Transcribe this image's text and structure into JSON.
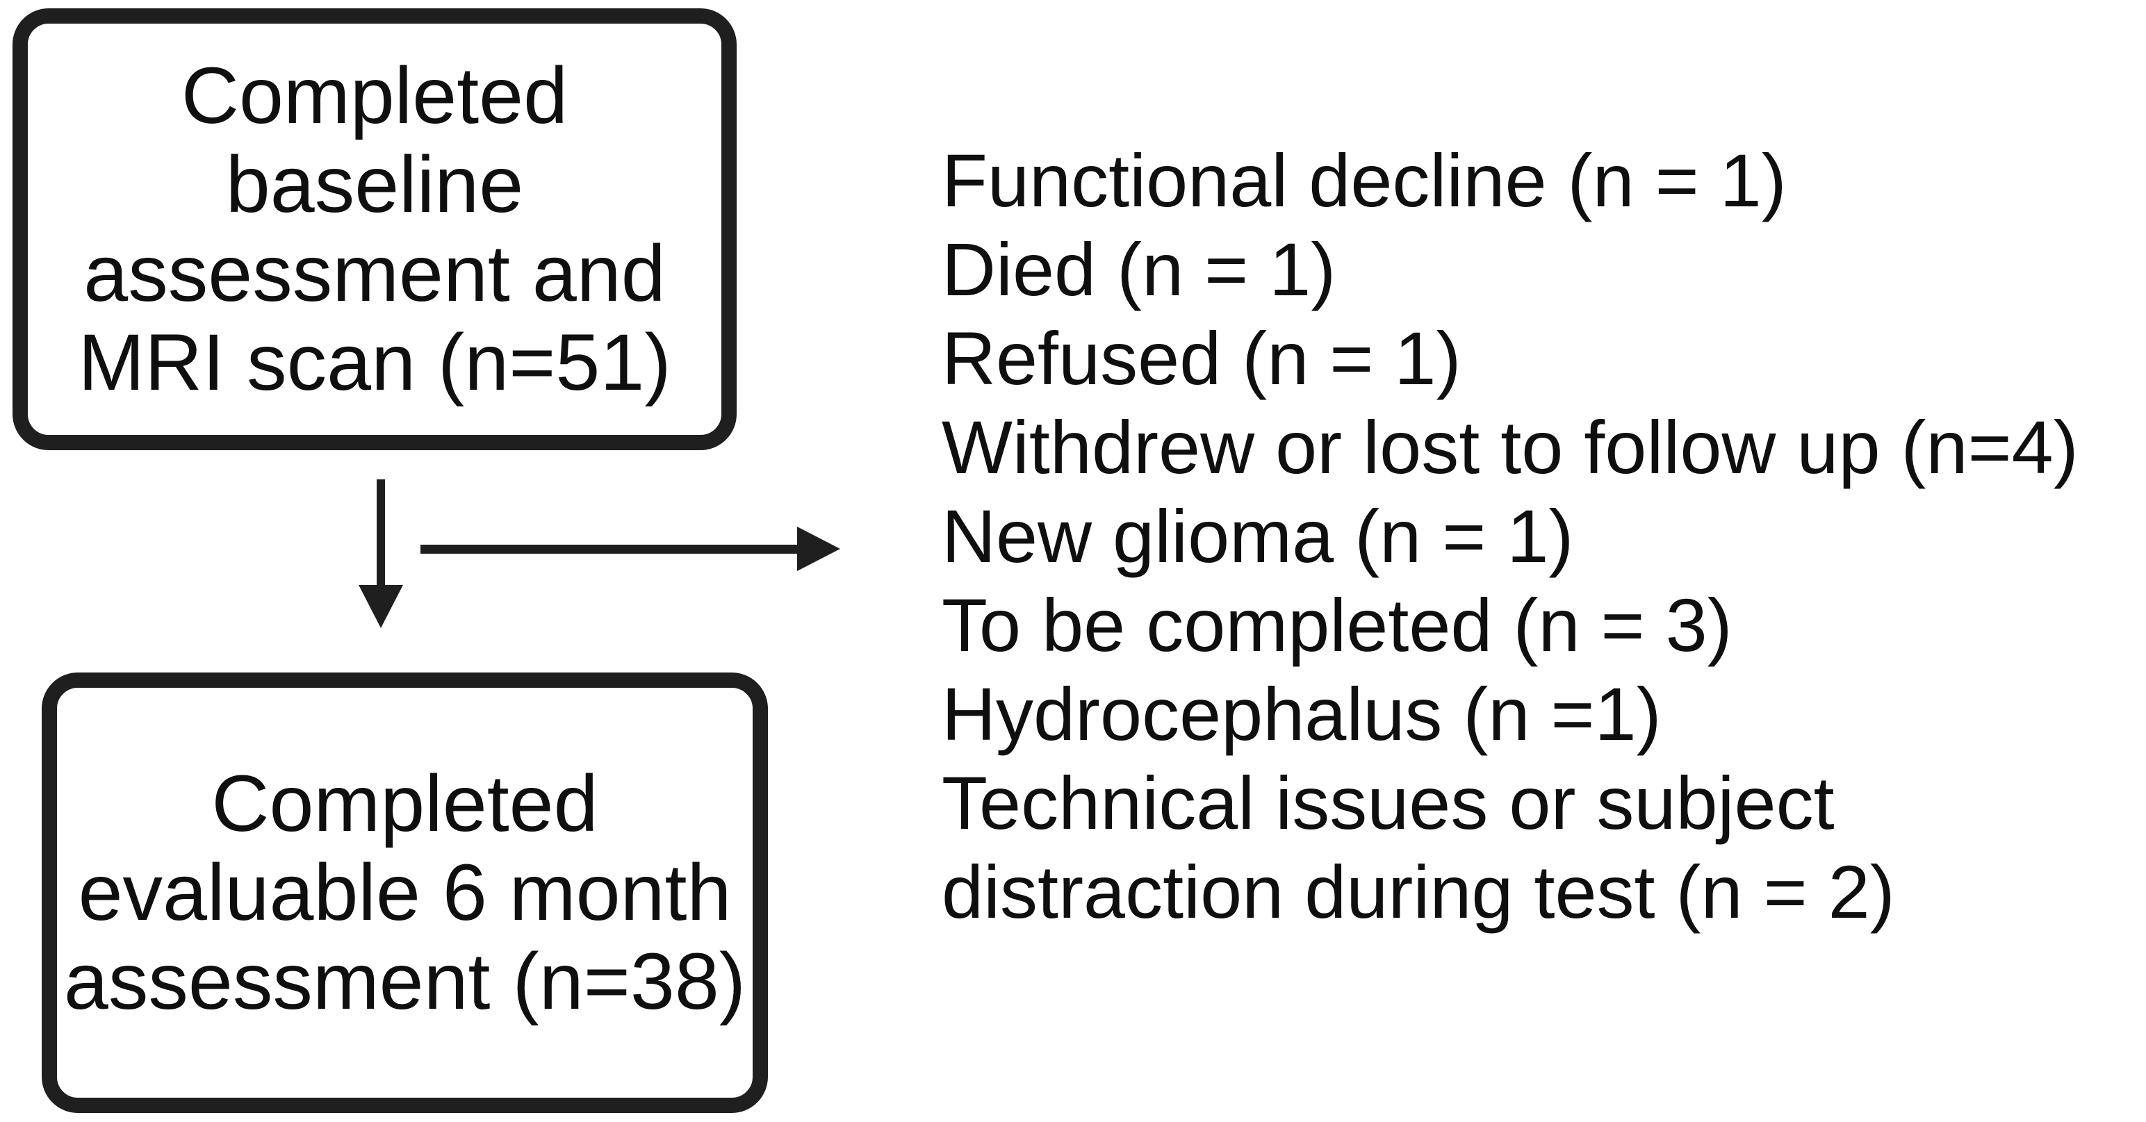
{
  "diagram": {
    "background": "#ffffff",
    "stroke_color": "#1f1f1f",
    "text_color": "#0f0f0f",
    "boxes": {
      "baseline": {
        "lines": [
          "Completed",
          "baseline",
          "assessment and",
          "MRI scan (n=51)"
        ]
      },
      "six_month": {
        "lines": [
          "Completed",
          "evaluable 6 month",
          "assessment (n=38)"
        ]
      }
    },
    "arrows": [
      {
        "id": "down-arrow",
        "direction": "down"
      },
      {
        "id": "right-arrow",
        "direction": "right"
      }
    ],
    "exclusions": [
      "Functional decline (n = 1)",
      "Died (n = 1)",
      "Refused (n = 1)",
      "Withdrew or lost to follow up (n=4)",
      "New glioma (n = 1)",
      "To be completed (n = 3)",
      "Hydrocephalus (n =1)",
      "Technical issues or subject",
      "distraction during test (n = 2)"
    ]
  }
}
